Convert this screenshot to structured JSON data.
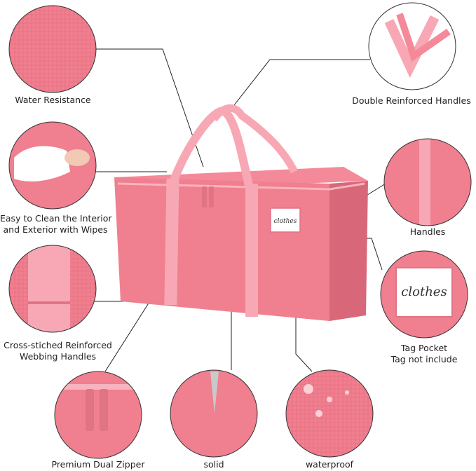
{
  "tag_word": "clothes",
  "features": {
    "water_resistance": "Water Resistance",
    "double_handles": "Double Reinforced Handles",
    "easy_clean_1": "Easy to Clean the Interior",
    "easy_clean_2": "and Exterior with Wipes",
    "handles": "Handles",
    "cross_stitched_1": "Cross-stiched Reinforced",
    "cross_stitched_2": "Webbing Handles",
    "tag_pocket_1": "Tag Pocket",
    "tag_pocket_2": "Tag not include",
    "dual_zipper": "Premium Dual Zipper",
    "solid": "solid",
    "waterproof": "waterproof"
  },
  "colors": {
    "bag": "#f07f8f",
    "bag_dark": "#d9677a",
    "strap": "#f7a8b4",
    "line": "#222222"
  }
}
